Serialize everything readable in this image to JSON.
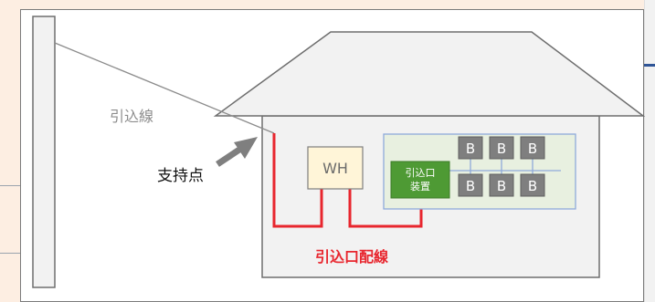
{
  "labels": {
    "service_drop": "引込線",
    "support_point": "支持点",
    "meter": "WH",
    "service_device_line1": "引込口",
    "service_device_line2": "装置",
    "service_wiring": "引込口配線",
    "breaker": "B"
  },
  "colors": {
    "wiring": "#e8262e",
    "device": "#4e9a34",
    "breaker": "#7f7f7f",
    "panel": "#e8f0e0",
    "meter": "#fff5d8",
    "house": "#f2f2f2"
  }
}
